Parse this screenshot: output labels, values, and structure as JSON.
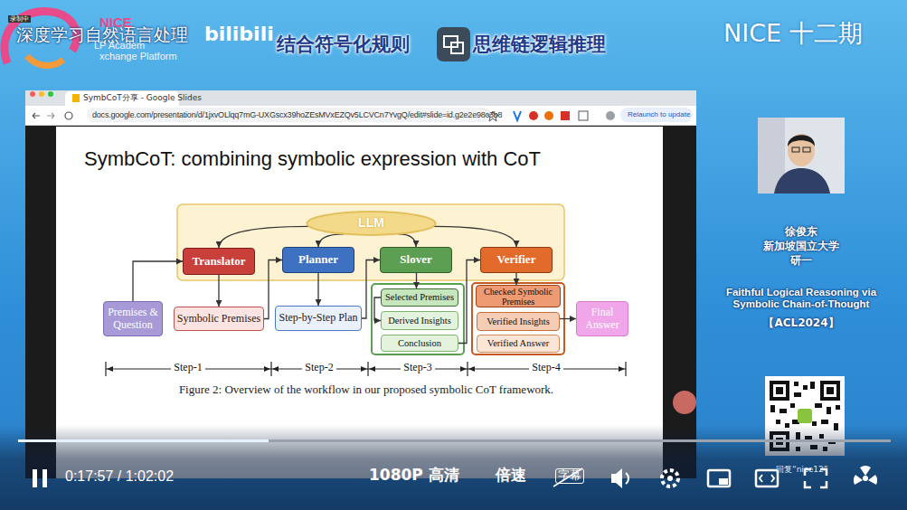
{
  "diagram": {
    "title": "SymbCoT: combining symbolic expression with CoT",
    "caption": "Figure 2: Overview of the workflow in our proposed symbolic CoT framework.",
    "nodes": [
      {
        "text": [
          "LLM"
        ]
      },
      {
        "text": [
          "Translator"
        ]
      },
      {
        "text": [
          "Planner"
        ]
      },
      {
        "text": [
          "Slover"
        ]
      },
      {
        "text": [
          "Verifier"
        ]
      },
      {
        "text": [
          "Premises & Question"
        ]
      },
      {
        "text": [
          "Symbolic Premises"
        ]
      },
      {
        "text": [
          "Step-by-Step Plan"
        ]
      },
      {
        "text": [
          "Selected Premises"
        ]
      },
      {
        "text": [
          "Derived Insights"
        ]
      },
      {
        "text": [
          "Conclusion"
        ]
      },
      {
        "text": [
          "Checked Symbolic Premises"
        ]
      },
      {
        "text": [
          "Verified Insights"
        ]
      },
      {
        "text": [
          "Verified Answer"
        ]
      },
      {
        "text": [
          "Final Answer"
        ]
      }
    ],
    "edges": [
      {
        "from": 0,
        "to": 1,
        "arrow": "to"
      },
      {
        "from": 0,
        "to": 2,
        "arrow": "to"
      },
      {
        "from": 0,
        "to": 3,
        "arrow": "to"
      },
      {
        "from": 0,
        "to": 4,
        "arrow": "to"
      },
      {
        "from": 5,
        "to": 1,
        "arrow": "to"
      },
      {
        "from": 1,
        "to": 6,
        "arrow": "to"
      },
      {
        "from": 6,
        "to": 2,
        "arrow": "to"
      },
      {
        "from": 2,
        "to": 7,
        "arrow": "to"
      },
      {
        "from": 7,
        "to": 3,
        "arrow": "to"
      },
      {
        "from": 3,
        "to": 8,
        "arrow": "to"
      },
      {
        "from": 8,
        "to": 9,
        "arrow": "to"
      },
      {
        "from": 10,
        "to": 4,
        "arrow": "to"
      },
      {
        "from": 4,
        "to": 11,
        "arrow": "to"
      },
      {
        "from": 12,
        "to": 14,
        "arrow": "to"
      }
    ],
    "labels": [
      "录制中",
      "深度学习自然语言处理",
      "NICE",
      "LP Academ",
      "xchange Platform",
      "bilibili",
      "结合符号化规则",
      "思维链逻辑推理",
      "NICE 十二期",
      "SymbCoT分享 - Google Slides",
      "docs.google.com/presentation/d/1jxvOLlqq7mG-UXGscx39hoZEsMVxEZQv5LCVCn7YvgQ/edit#slide=id.g2e2e98c3b8",
      "Relaunch to update",
      "Step-1",
      "Step-2",
      "Step-3",
      "Step-4",
      "徐俊东",
      "新加坡国立大学",
      "研一",
      "Faithful Logical Reasoning via Symbolic Chain-of-Thought",
      "【ACL2024】",
      "回复“nice12”",
      "0:17:57 / 1:02:02",
      "1080P 高清",
      "倍速",
      "字幕"
    ]
  }
}
